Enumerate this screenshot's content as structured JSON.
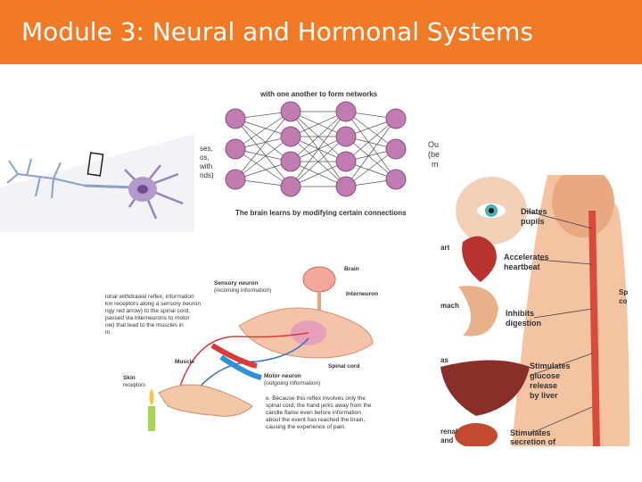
{
  "slide": {
    "title": "Module 3:  Neural and Hormonal Systems",
    "accent_color": "#f07a26"
  },
  "network_figure": {
    "top_caption": "with one another to form networks",
    "bottom_caption": "The brain learns by modifying certain connections",
    "left_fragments": [
      "ses,",
      "os,",
      "with",
      "nds)"
    ],
    "right_fragments": [
      "Ou",
      "(be",
      "m"
    ]
  },
  "reflex_figure": {
    "left_text": [
      "ional withdrawal reflex, information",
      "kin receptors along a sensory neuron",
      "ngy red arrow) to the spinal cord,",
      "passed via interneurons to motor",
      "ow) that lead to the muscles in",
      "m."
    ],
    "sensory_label": "Sensory neuron",
    "sensory_sub": "(incoming information)",
    "brain_label": "Brain",
    "interneuron_label": "Interneuron",
    "muscle_label": "Muscle",
    "skin_label": "Skin",
    "skin_label2": "receptors",
    "spinal_label": "Spinal cord",
    "motor_label": "Motor neuron",
    "motor_sub": "(outgoing information)",
    "bottom_text": [
      "e. Because this reflex involves only the",
      "spinal cord, the hand jerks away from the",
      "candle flame even before information",
      "about the event has reached the brain,",
      "causing the experience of pain."
    ]
  },
  "autonomic_figure": {
    "labels": [
      {
        "text": [
          "Dilates",
          "pupils"
        ]
      },
      {
        "text": [
          "Accelerates",
          "heartbeat"
        ]
      },
      {
        "text": [
          "Inhibits",
          "digestion"
        ]
      },
      {
        "text": [
          "Stimulates",
          "glucose",
          "release",
          "by liver"
        ]
      },
      {
        "text": [
          "Stimulates",
          "secretion of"
        ]
      }
    ],
    "left_fragments": [
      "art",
      "mach",
      "as",
      "renal",
      "and"
    ],
    "right_fragments": [
      "Sp",
      "co"
    ]
  }
}
